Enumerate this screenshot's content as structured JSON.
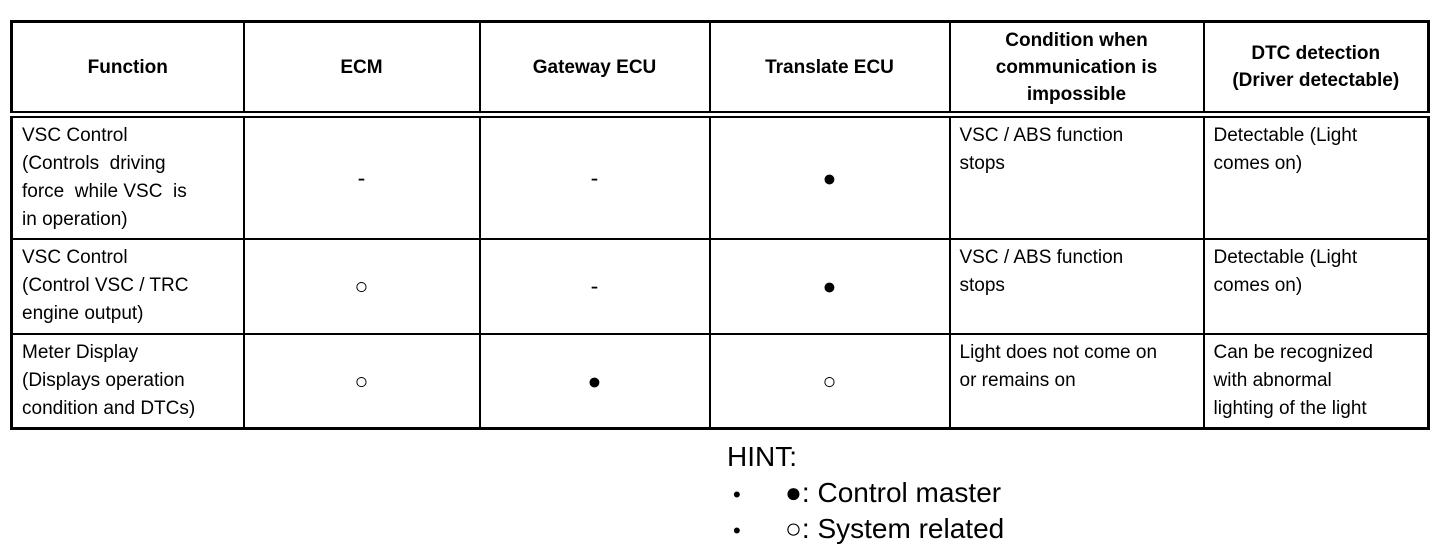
{
  "colors": {
    "border": "#000000",
    "background": "#ffffff",
    "text": "#000000"
  },
  "table": {
    "columns": [
      {
        "label": "Function"
      },
      {
        "label": "ECM"
      },
      {
        "label": "Gateway ECU"
      },
      {
        "label": "Translate ECU"
      },
      {
        "label": "Condition when\ncommunication is\nimpossible"
      },
      {
        "label": "DTC detection\n(Driver detectable)"
      }
    ],
    "rows": [
      {
        "function": "VSC Control\n(Controls  driving\nforce  while VSC  is\nin operation)",
        "ecm": "-",
        "gateway_ecu": "-",
        "translate_ecu": "●",
        "condition": "VSC / ABS function\nstops",
        "dtc_detection": "Detectable (Light\ncomes on)"
      },
      {
        "function": "VSC Control\n(Control VSC / TRC\nengine output)",
        "ecm": "○",
        "gateway_ecu": "-",
        "translate_ecu": "●",
        "condition": "VSC / ABS function\nstops",
        "dtc_detection": "Detectable (Light\ncomes on)"
      },
      {
        "function": "Meter Display\n(Displays operation\ncondition and DTCs)",
        "ecm": "○",
        "gateway_ecu": "●",
        "translate_ecu": "○",
        "condition": "Light does not come on\nor remains on",
        "dtc_detection": "Can be recognized\nwith abnormal\nlighting of the light"
      }
    ]
  },
  "hint": {
    "title": "HINT:",
    "bullet": "•",
    "items": [
      "●: Control master",
      "○: System related"
    ]
  }
}
